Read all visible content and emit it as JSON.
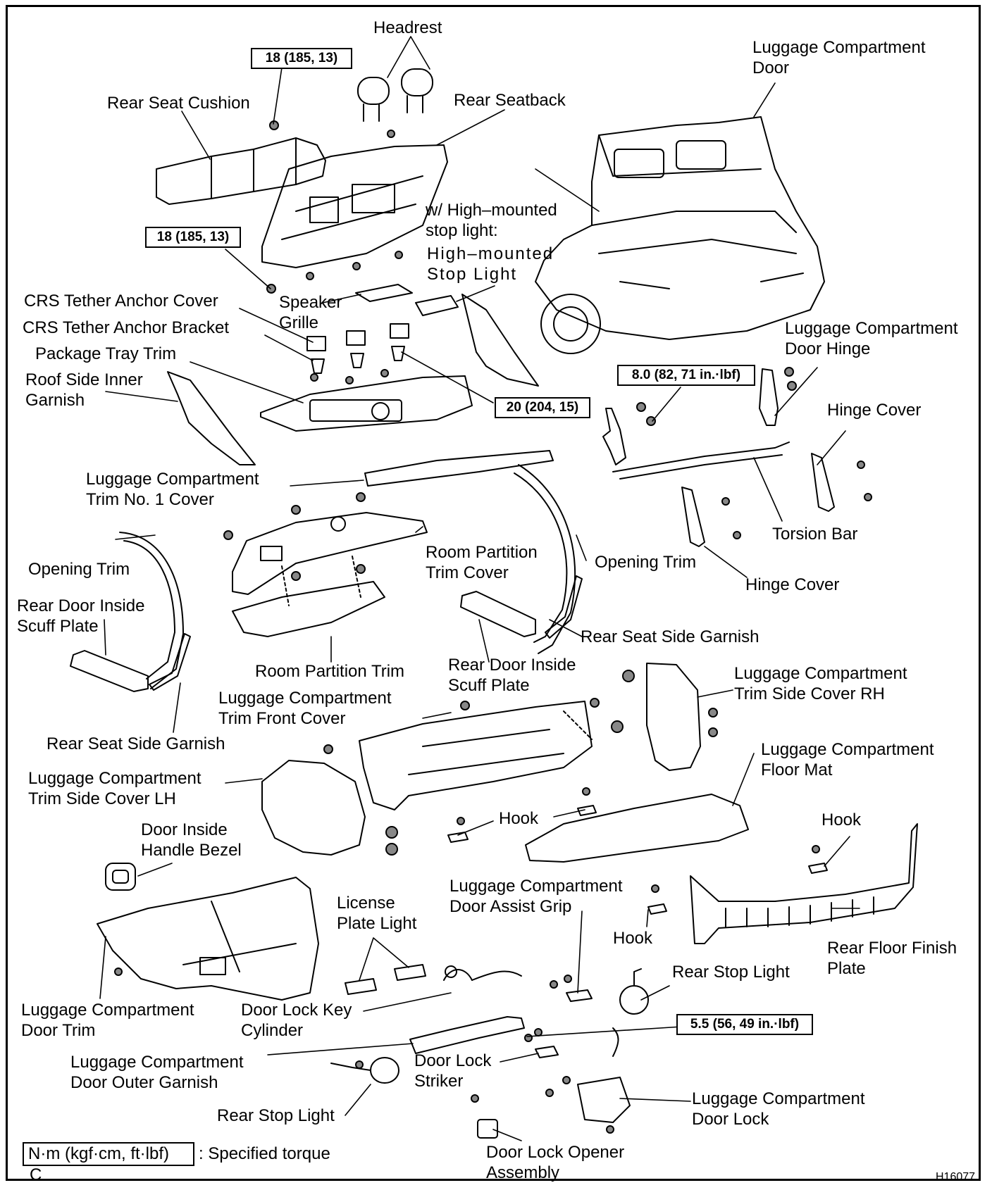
{
  "torque_specs": {
    "t1": "18 (185, 13)",
    "t2": "18 (185, 13)",
    "t3": "20 (204, 15)",
    "t4": "8.0 (82, 71 in.·lbf)",
    "t5": "5.5 (56, 49 in.·lbf)"
  },
  "labels": {
    "headrest": "Headrest",
    "luggage_door": "Luggage Compartment\nDoor",
    "rear_seat_cushion": "Rear Seat Cushion",
    "rear_seatback": "Rear Seatback",
    "hm_stop_light_note": "w/ High–mounted\nstop light:",
    "hm_stop_light": "High–mounted\nStop Light",
    "crs_cover": "CRS Tether Anchor Cover",
    "speaker_grille": "Speaker\nGrille",
    "crs_bracket": "CRS Tether Anchor Bracket",
    "package_tray": "Package Tray Trim",
    "roof_side_garnish": "Roof Side Inner\nGarnish",
    "door_hinge": "Luggage Compartment\nDoor Hinge",
    "hinge_cover_1": "Hinge Cover",
    "trim_no1_cover": "Luggage Compartment\nTrim No. 1 Cover",
    "torsion_bar": "Torsion Bar",
    "opening_trim_left": "Opening Trim",
    "room_partition_cover": "Room Partition\nTrim Cover",
    "opening_trim_right": "Opening Trim",
    "hinge_cover_2": "Hinge Cover",
    "scuff_left": "Rear  Door  Inside\nScuff Plate",
    "rear_seat_garnish_right": "Rear Seat Side Garnish",
    "room_partition_trim": "Room Partition Trim",
    "scuff_right": "Rear  Door  Inside\nScuff Plate",
    "trim_side_rh": "Luggage Compartment\nTrim Side Cover RH",
    "trim_front_cover": "Luggage Compartment\nTrim Front Cover",
    "rear_seat_garnish_left": "Rear Seat Side Garnish",
    "floor_mat": "Luggage Compartment\nFloor Mat",
    "trim_side_lh": "Luggage Compartment\nTrim Side Cover LH",
    "hook_1": "Hook",
    "hook_2": "Hook",
    "door_inside_bezel": "Door Inside\nHandle Bezel",
    "license_light": "License\nPlate Light",
    "assist_grip": "Luggage Compartment\nDoor Assist Grip",
    "hook_3": "Hook",
    "rear_floor_plate": "Rear Floor Finish\nPlate",
    "rear_stop_light_right": "Rear Stop Light",
    "door_trim": "Luggage Compartment\nDoor Trim",
    "key_cylinder": "Door Lock Key\nCylinder",
    "outer_garnish": "Luggage Compartment\nDoor Outer Garnish",
    "striker": "Door Lock\nStriker",
    "door_lock": "Luggage Compartment\nDoor Lock",
    "rear_stop_light_left": "Rear Stop Light",
    "opener": "Door Lock Opener\nAssembly"
  },
  "legend": {
    "box": "N·m (kgf·cm, ft·lbf)",
    "text": ": Specified torque"
  },
  "corner_letter": "C",
  "figure_code": "H16077"
}
